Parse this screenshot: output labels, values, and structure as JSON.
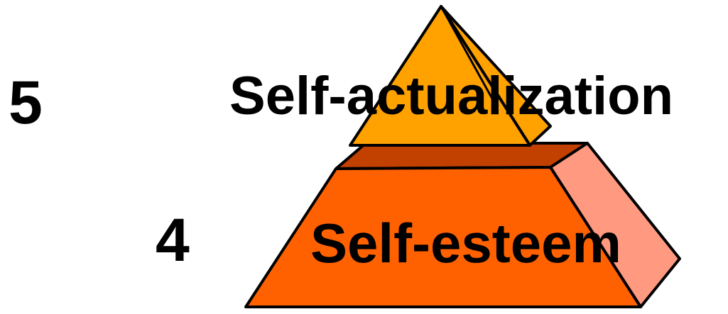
{
  "levels": [
    {
      "number": "5",
      "label": "Self-actualization"
    },
    {
      "number": "4",
      "label": "Self-esteem"
    }
  ],
  "colors": {
    "top_front": "#ffa200",
    "top_side": "#ffa200",
    "bottom_front": "#ff6100",
    "bottom_top_face": "#c24000",
    "bottom_side": "#ff9980",
    "outline": "#000000",
    "text": "#000000"
  }
}
